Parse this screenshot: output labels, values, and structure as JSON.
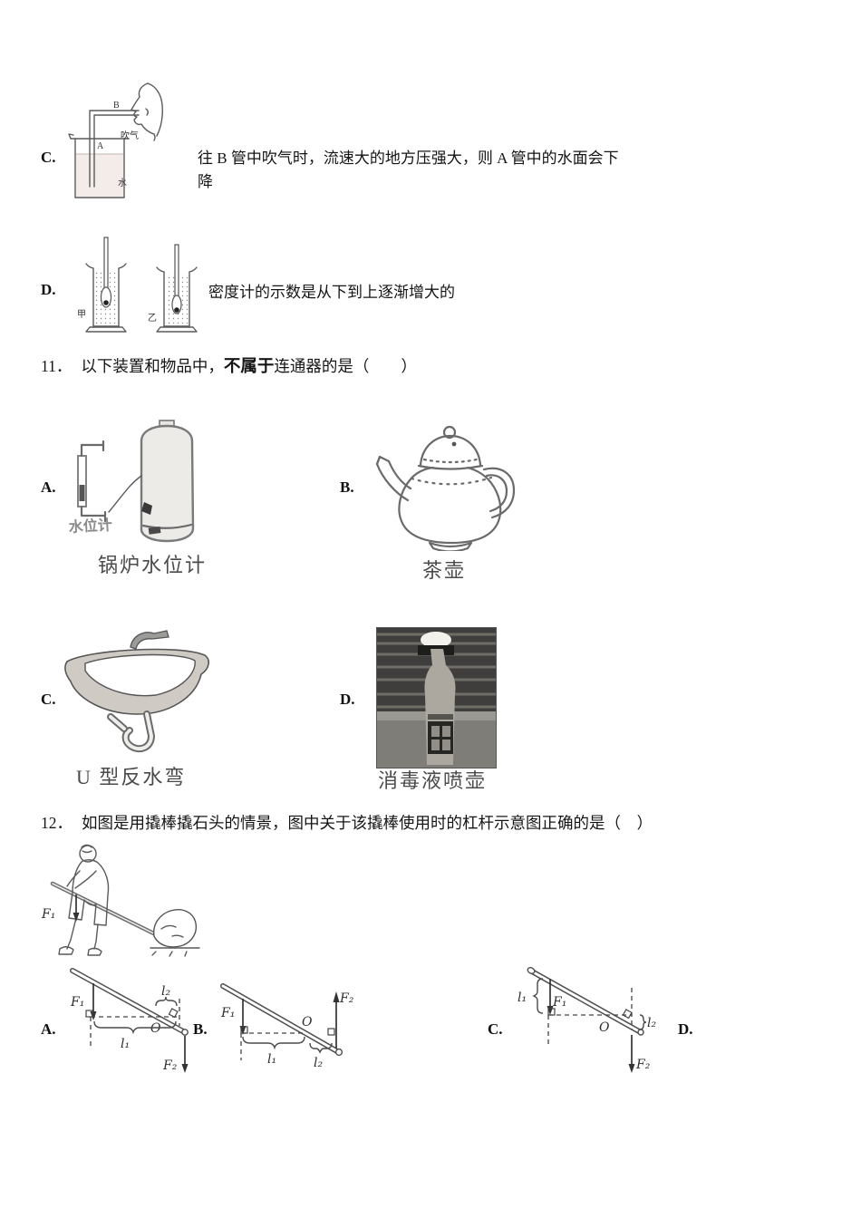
{
  "q10": {
    "optC": {
      "label": "C.",
      "text": "往 B 管中吹气时，流速大的地方压强大，则 A 管中的水面会下降",
      "figure": {
        "tubeA": "A",
        "tubeB": "B",
        "blow": "吹气",
        "water": "水"
      }
    },
    "optD": {
      "label": "D.",
      "text": "密度计的示数是从下到上逐渐增大的",
      "figure": {
        "left": "甲",
        "right": "乙"
      }
    }
  },
  "q11": {
    "number": "11．",
    "text_pre": "以下装置和物品中，",
    "text_emph": "不属于",
    "text_post": "连通器的是（　　）",
    "optA": {
      "label": "A.",
      "caption": "锅炉水位计",
      "figure_label": "水位计"
    },
    "optB": {
      "label": "B.",
      "caption": "茶壶"
    },
    "optC": {
      "label": "C.",
      "caption": "U 型反水弯"
    },
    "optD": {
      "label": "D.",
      "caption": "消毒液喷壶"
    }
  },
  "q12": {
    "number": "12．",
    "text": "如图是用撬棒撬石头的情景，图中关于该撬棒使用时的杠杆示意图正确的是（　）",
    "optA": "A.",
    "optB": "B.",
    "optC": "C.",
    "optD": "D.",
    "scene": {
      "f1": "F₁"
    },
    "labels": {
      "F1": "F₁",
      "F2": "F₂",
      "l1": "l₁",
      "l2": "l₂",
      "O": "O"
    }
  }
}
